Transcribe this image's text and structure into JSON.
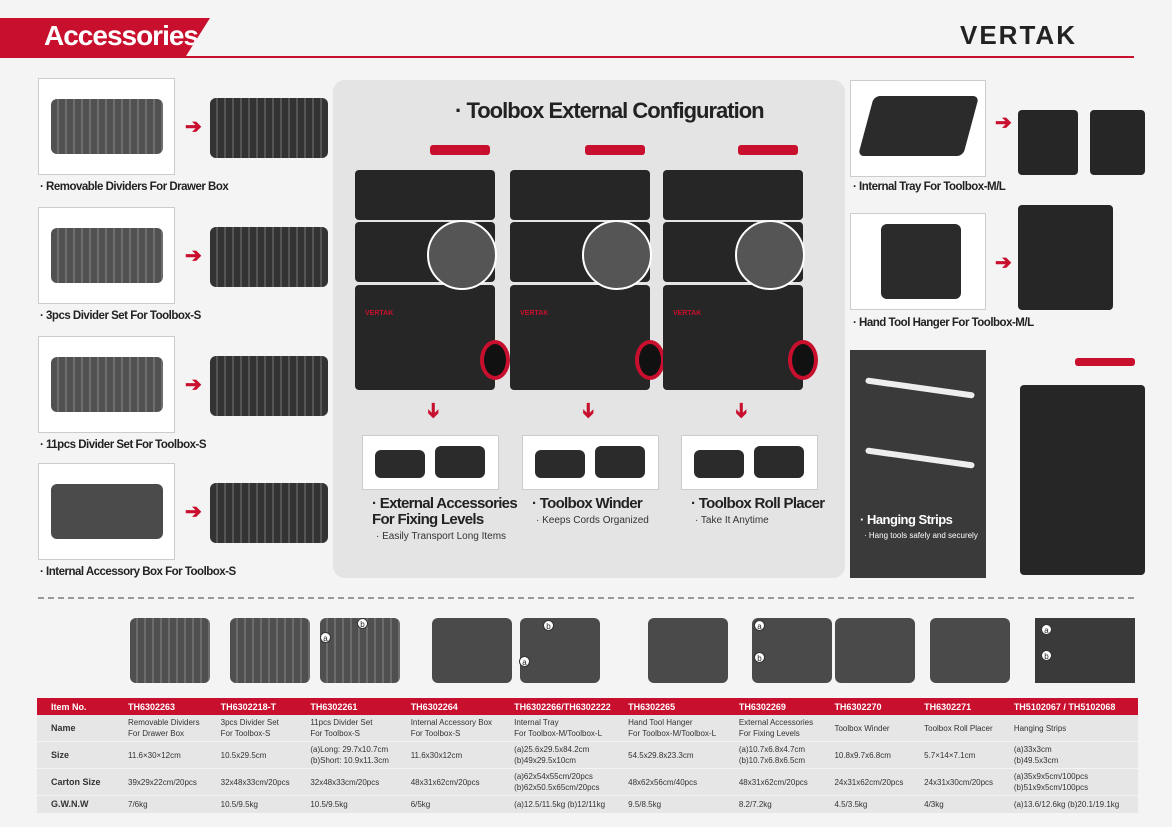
{
  "header": {
    "title": "Accessories",
    "brand": "VERTAK"
  },
  "left_items": [
    {
      "label": "· Removable Dividers For Drawer Box"
    },
    {
      "label": "· 3pcs Divider Set For Toolbox-S"
    },
    {
      "label": "· 11pcs Divider Set For Toolbox-S"
    },
    {
      "label": "· Internal Accessory Box For Toolbox-S"
    }
  ],
  "center": {
    "title": "· Toolbox External Configuration",
    "features": [
      {
        "title": "· External Accessories\nFor Fixing Levels",
        "sub": "· Easily Transport Long Items"
      },
      {
        "title": "· Toolbox Winder",
        "sub": "· Keeps Cords Organized"
      },
      {
        "title": "· Toolbox Roll Placer",
        "sub": "· Take It Anytime"
      }
    ],
    "toolbox_brand": "VERTAK"
  },
  "right_items": [
    {
      "label": "· Internal Tray For Toolbox-M/L"
    },
    {
      "label": "· Hand Tool Hanger For Toolbox-M/L"
    },
    {
      "label": "· Hanging Strips",
      "sub": "· Hang tools safely and securely"
    }
  ],
  "markers": {
    "a": "a",
    "b": "b"
  },
  "table": {
    "headers": [
      "Item No.",
      "TH6302263",
      "TH6302218-T",
      "TH6302261",
      "TH6302264",
      "TH6302266/TH6302222",
      "TH6302265",
      "TH6302269",
      "TH6302270",
      "TH6302271",
      "TH5102067 / TH5102068"
    ],
    "rows": [
      [
        "Name",
        "Removable Dividers\nFor Drawer Box",
        "3pcs Divider Set\nFor Toolbox-S",
        "11pcs Divider Set\nFor Toolbox-S",
        "Internal Accessory Box\nFor Toolbox-S",
        "Internal Tray\nFor Toolbox-M/Toolbox-L",
        "Hand Tool Hanger\nFor Toolbox-M/Toolbox-L",
        "External Accessories\nFor Fixing Levels",
        "Toolbox Winder",
        "Toolbox Roll Placer",
        "Hanging Strips"
      ],
      [
        "Size",
        "11.6×30×12cm",
        "10.5x29.5cm",
        "(a)Long: 29.7x10.7cm\n(b)Short: 10.9x11.3cm",
        "11.6x30x12cm",
        "(a)25.6x29.5x84.2cm\n(b)49x29.5x10cm",
        "54.5x29.8x23.3cm",
        "(a)10.7x6.8x4.7cm\n(b)10.7x6.8x6.5cm",
        "10.8x9.7x6.8cm",
        "5.7×14×7.1cm",
        "(a)33x3cm\n(b)49.5x3cm"
      ],
      [
        "Carton  Size",
        "39x29x22cm/20pcs",
        "32x48x33cm/20pcs",
        "32x48x33cm/20pcs",
        "48x31x62cm/20pcs",
        "(a)62x54x55cm/20pcs\n(b)62x50.5x65cm/20pcs",
        "48x62x56cm/40pcs",
        "48x31x62cm/20pcs",
        "24x31x62cm/20pcs",
        "24x31x30cm/20pcs",
        "(a)35x9x5cm/100pcs\n(b)51x9x5cm/100pcs"
      ],
      [
        "G.W.N.W",
        "7/6kg",
        "10.5/9.5kg",
        "10.5/9.5kg",
        "6/5kg",
        "(a)12.5/11.5kg (b)12/11kg",
        "9.5/8.5kg",
        "8.2/7.2kg",
        "4.5/3.5kg",
        "4/3kg",
        "(a)13.6/12.6kg (b)20.1/19.1kg"
      ]
    ]
  },
  "colors": {
    "brand_red": "#c8102e",
    "dark": "#262626"
  }
}
